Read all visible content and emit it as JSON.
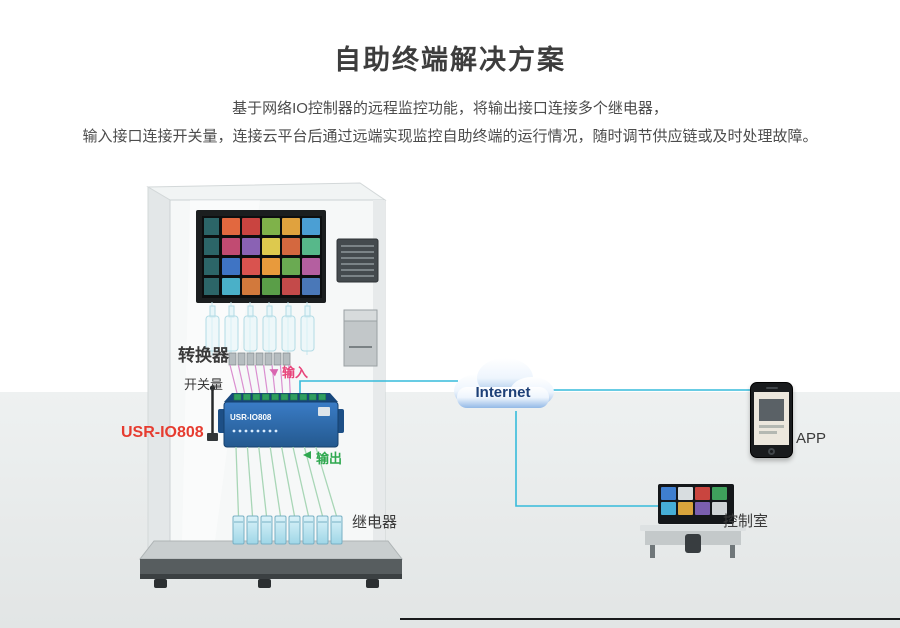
{
  "page": {
    "title": "自助终端解决方案",
    "description_line1": "基于网络IO控制器的远程监控功能，将输出接口连接多个继电器，",
    "description_line2": "输入接口连接开关量，连接云平台后通过远端实现监控自助终端的运行情况，随时调节供应链或及时处理故障。"
  },
  "diagram": {
    "device": {
      "model": "USR-IO808"
    },
    "labels": {
      "converter": "转换器",
      "switch_signal": "开关量",
      "input": "输入",
      "output": "输出",
      "relay": "继电器",
      "internet": "Internet",
      "app": "APP",
      "control_room": "控制室"
    },
    "colors": {
      "connection_line": "#36bbdb",
      "input_accent": "#e8457b",
      "output_accent": "#2fa84f",
      "model_accent": "#e63c30",
      "device_blue": "#2f6fb5",
      "cloud_blue": "#93b9e6"
    }
  }
}
